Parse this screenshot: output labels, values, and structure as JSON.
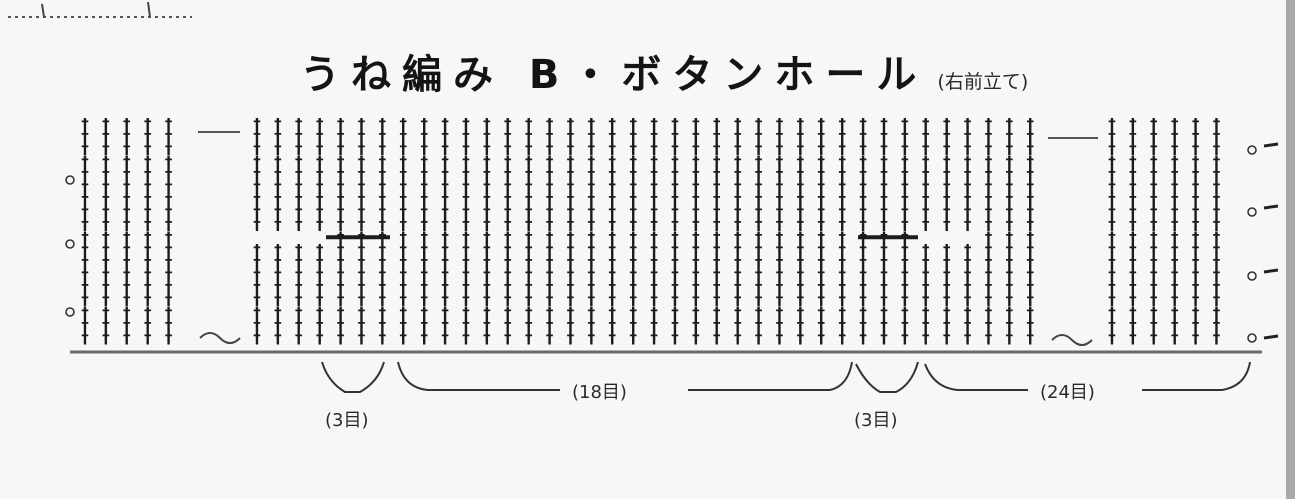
{
  "title": {
    "main": "うね編み B・ボタンホール",
    "sub": "(右前立て)"
  },
  "pattern": {
    "stitch_glyph": "†",
    "rows": 18,
    "groups": [
      {
        "id": "left-band",
        "stitches": 5
      },
      {
        "id": "main-field",
        "stitches": 38
      },
      {
        "id": "right-band",
        "stitches": 6
      }
    ],
    "buttonholes": [
      {
        "name": "buttonhole-left",
        "row_from_bottom": 9,
        "stitch_from": 6,
        "stitch_to": 9
      },
      {
        "name": "buttonhole-right",
        "row_from_bottom": 9,
        "stitch_from": 38,
        "stitch_to": 40
      }
    ]
  },
  "measures": [
    {
      "name": "measure-3a",
      "label": "(3目)"
    },
    {
      "name": "measure-18",
      "label": "(18目)"
    },
    {
      "name": "measure-3b",
      "label": "(3目)"
    },
    {
      "name": "measure-24",
      "label": "(24目)"
    }
  ],
  "colors": {
    "ink": "#1c1c1c",
    "baseline": "#6a6a6a",
    "paper": "#f7f7f5"
  }
}
